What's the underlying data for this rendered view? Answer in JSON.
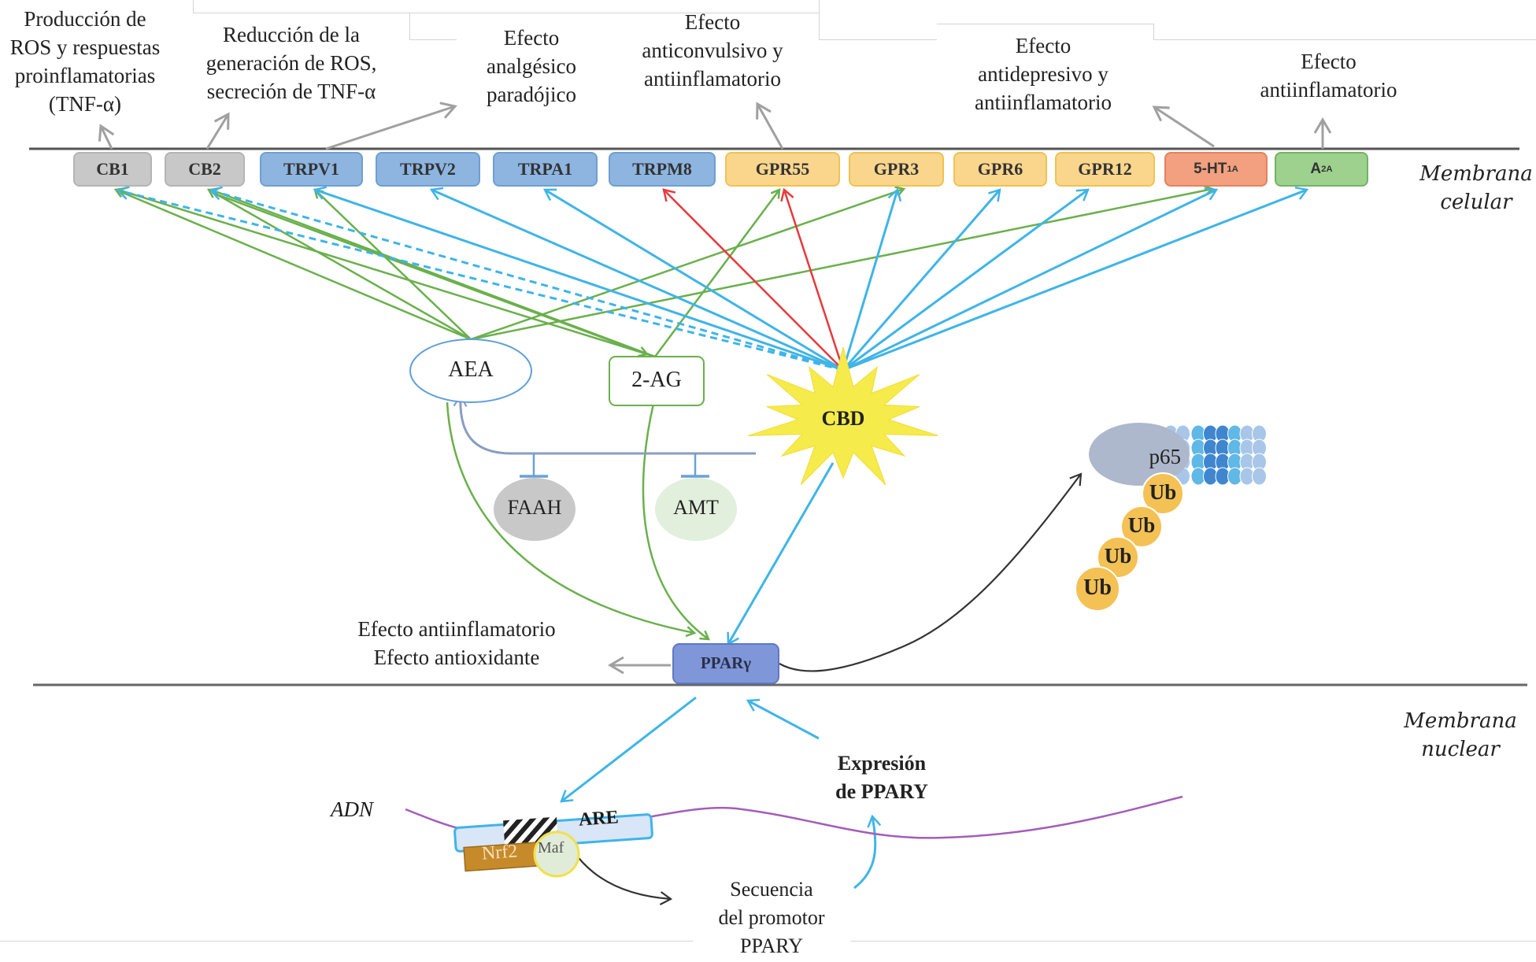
{
  "effects": {
    "cb1": [
      "Producción de",
      "ROS y respuestas",
      "proinflamatorias",
      "(TNF-α)"
    ],
    "cb2": [
      "Reducción de la",
      "generación de ROS,",
      "secreción de TNF-α"
    ],
    "trpv1": [
      "Efecto",
      "analgésico",
      "paradójico"
    ],
    "gpr55": [
      "Efecto",
      "anticonvulsivo y",
      "antiinflamatorio"
    ],
    "ht1a": [
      "Efecto",
      "antidepresivo y",
      "antiinflamatorio"
    ],
    "a2a": [
      "Efecto",
      "antiinflamatorio"
    ],
    "ppar": [
      "Efecto antiinflamatorio",
      "Efecto antioxidante"
    ]
  },
  "membranes": {
    "cell": [
      "Membrana",
      "celular"
    ],
    "nuclear": [
      "Membrana",
      "nuclear"
    ]
  },
  "receptors": {
    "cb1": "CB1",
    "cb2": "CB2",
    "trpv1": "TRPV1",
    "trpv2": "TRPV2",
    "trpa1": "TRPA1",
    "trpm8": "TRPM8",
    "gpr55": "GPR55",
    "gpr3": "GPR3",
    "gpr6": "GPR6",
    "gpr12": "GPR12",
    "ht1a_main": "5-HT",
    "ht1a_sub": "1A",
    "a2a_main": "A",
    "a2a_sub": "2A"
  },
  "molecules": {
    "aea": "AEA",
    "ag2": "2-AG",
    "cbd": "CBD",
    "faah": "FAAH",
    "amt": "AMT",
    "ppar": "PPARγ",
    "p65": "p65",
    "ub": "Ub",
    "nrf2": "Nrf2",
    "maf": "Maf",
    "are": "ARE"
  },
  "nucleus": {
    "adn": "ADN",
    "expresion": [
      "Expresión",
      "de PPARY"
    ],
    "secuencia": [
      "Secuencia",
      "del promotor",
      "PPARY"
    ]
  },
  "colors": {
    "green": "#6ab04c",
    "blue": "#3fb4e8",
    "red": "#e8383d",
    "grey_arrow": "#a0a0a0",
    "cbd_star": "#f5eb4a",
    "dna": "#a45db8"
  }
}
